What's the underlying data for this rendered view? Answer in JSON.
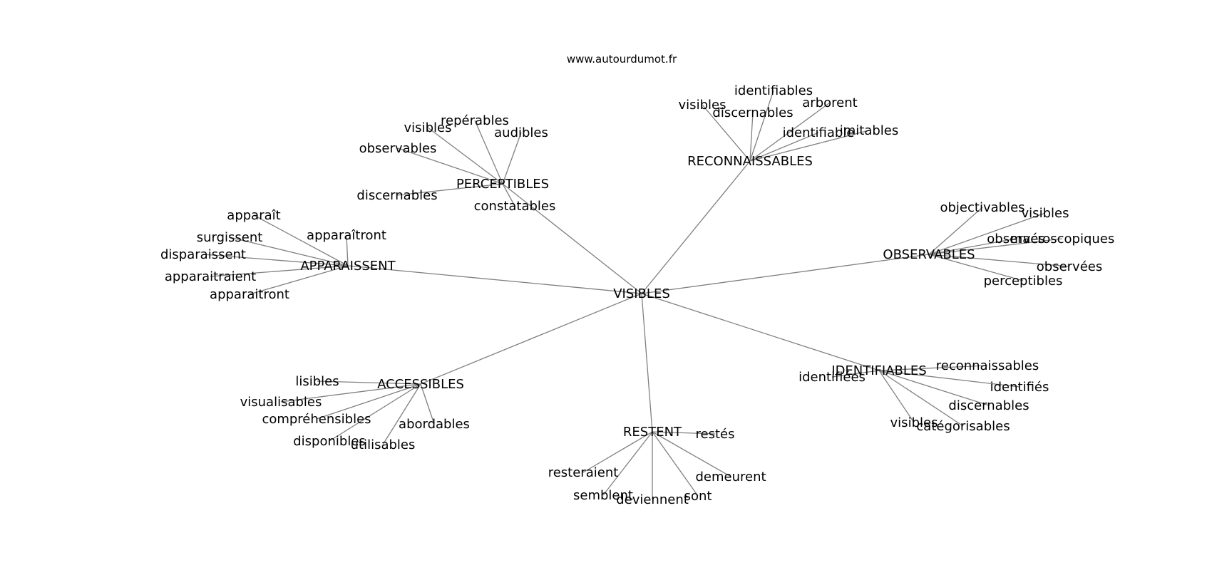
{
  "source": "www.autourdumot.fr",
  "root": "VISIBLES",
  "groups": [
    {
      "hub": "PERCEPTIBLES",
      "words": [
        "visibles",
        "repérables",
        "audibles",
        "observables",
        "discernables",
        "constatables"
      ]
    },
    {
      "hub": "RECONNAISSABLES",
      "words": [
        "visibles",
        "identifiables",
        "discernables",
        "arborent",
        "identifiable",
        "imitables"
      ]
    },
    {
      "hub": "APPARAISSENT",
      "words": [
        "apparaît",
        "apparaîtront",
        "surgissent",
        "disparaissent",
        "apparaitraient",
        "apparaitront"
      ]
    },
    {
      "hub": "OBSERVABLES",
      "words": [
        "objectivables",
        "visibles",
        "observés",
        "macroscopiques",
        "observées",
        "perceptibles"
      ]
    },
    {
      "hub": "ACCESSIBLES",
      "words": [
        "lisibles",
        "visualisables",
        "compréhensibles",
        "disponibles",
        "utilisables",
        "abordables"
      ]
    },
    {
      "hub": "RESTENT",
      "words": [
        "restés",
        "resteraient",
        "semblent",
        "deviennent",
        "sont",
        "demeurent"
      ]
    },
    {
      "hub": "IDENTIFIABLES",
      "words": [
        "identifiées",
        "reconnaissables",
        "identifiés",
        "discernables",
        "visibles",
        "catégorisables"
      ]
    }
  ]
}
